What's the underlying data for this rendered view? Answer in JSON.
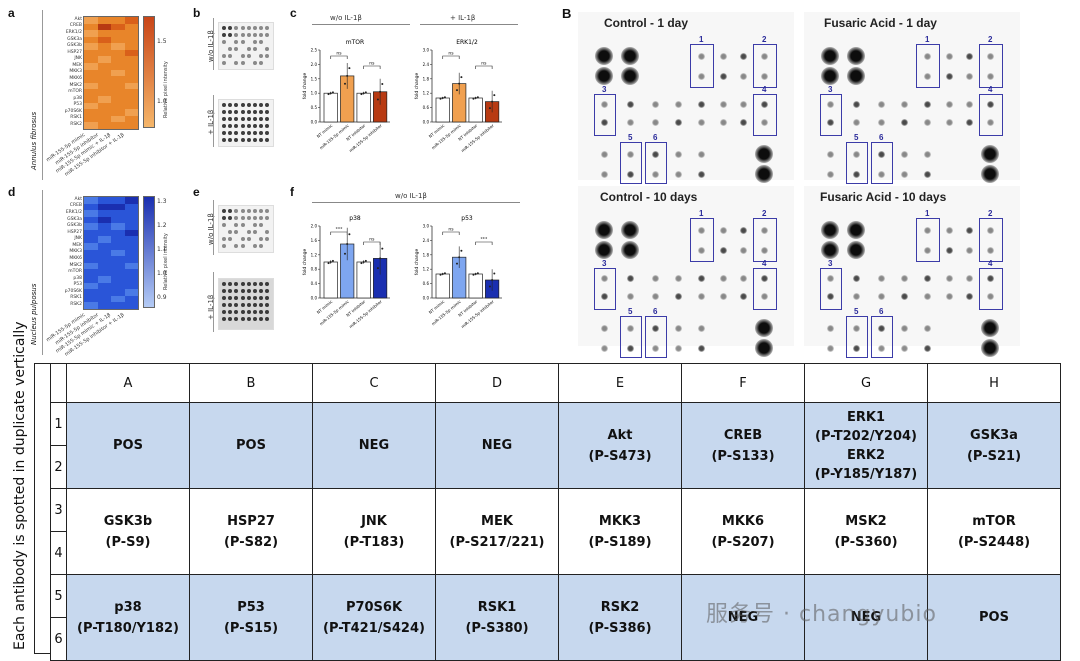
{
  "panels": {
    "a": "a",
    "b": "b",
    "c": "c",
    "d": "d",
    "e": "e",
    "f": "f",
    "B": "B"
  },
  "heatmap_a": {
    "tissue_label": "Annulus fibrosus",
    "colorbar_label": "Relative pixel intensity",
    "colorbar_ticks": [
      "1.5",
      "1.0"
    ],
    "rows": [
      "Akt",
      "CREB",
      "ERK1/2",
      "GSK3a",
      "GSK3b",
      "HSP27",
      "JNK",
      "MEK",
      "MKK3",
      "MKK6",
      "MSK2",
      "mTOR",
      "p38",
      "P53",
      "p70S6K",
      "RSK1",
      "RSK2"
    ],
    "columns": [
      "miR-155-5p mimic",
      "miR-155-5p inhibitor",
      "miR-155-5p mimic + IL-1β",
      "miR-155-5p inhibitor + IL-1β"
    ],
    "colors": [
      "#f0a050",
      "#e8852a",
      "#d9601a",
      "#b83a12"
    ]
  },
  "heatmap_d": {
    "tissue_label": "Nucleus pulposus",
    "colorbar_label": "Relative pixel intensity",
    "colorbar_ticks": [
      "1.3",
      "1.2",
      "1.1",
      "1.0",
      "0.9"
    ],
    "rows": [
      "Akt",
      "CREB",
      "ERK1/2",
      "GSK3a",
      "GSK3b",
      "HSP27",
      "JNK",
      "MEK",
      "MKK3",
      "MKK6",
      "MSK2",
      "mTOR",
      "p38",
      "P53",
      "p70S6K",
      "RSK1",
      "RSK2"
    ],
    "columns": [
      "miR-155-5p mimic",
      "miR-155-5p inhibitor",
      "miR-155-5p mimic + IL-1β",
      "miR-155-5p inhibitor + IL-1β"
    ],
    "colors": [
      "#7ea6f0",
      "#4a7ae6",
      "#2a55d8",
      "#1a2fb0"
    ]
  },
  "blots_b": {
    "top_label": "w/o IL-1β",
    "bottom_label": "+ IL-1β"
  },
  "blots_e": {
    "top_label": "w/o IL-1β",
    "bottom_label": "+ IL-1β"
  },
  "panel_c": {
    "header_left": "w/o IL-1β",
    "header_right": "+ IL-1β",
    "ylabel": "fold change",
    "charts": [
      {
        "title": "mTOR",
        "ns": "ns",
        "ns2": "ns"
      },
      {
        "title": "ERK1/2",
        "ns": "ns",
        "ns2": "ns"
      }
    ],
    "xticks": [
      "NT mimic",
      "miR-155-5p mimic",
      "NT inhibitor",
      "miR-155-5p inhibitor"
    ]
  },
  "panel_f": {
    "header": "w/o IL-1β",
    "ylabel": "fold change",
    "charts": [
      {
        "title": "p38",
        "sig1": "***",
        "sig2": "ns"
      },
      {
        "title": "p53",
        "sig1": "ns",
        "sig2": "***"
      }
    ],
    "xticks": [
      "NT mimic",
      "miR-155-5p mimic",
      "NT inhibitor",
      "miR-155-5p inhibitor"
    ]
  },
  "chart_data": [
    {
      "type": "bar",
      "title": "mTOR",
      "ylabel": "fold change",
      "categories": [
        "NT mimic",
        "miR-155-5p mimic",
        "NT inhibitor",
        "miR-155-5p inhibitor"
      ],
      "values": [
        1.0,
        1.6,
        1.0,
        1.05
      ],
      "ylim": [
        0,
        2.5
      ],
      "colors": [
        "#ffffff",
        "#f0a050",
        "#ffffff",
        "#b83a12"
      ]
    },
    {
      "type": "bar",
      "title": "ERK1/2",
      "ylabel": "fold change",
      "categories": [
        "NT mimic",
        "miR-155-5p mimic",
        "NT inhibitor",
        "miR-155-5p inhibitor"
      ],
      "values": [
        1.0,
        1.6,
        1.0,
        0.85
      ],
      "ylim": [
        0,
        3.0
      ],
      "colors": [
        "#ffffff",
        "#f0a050",
        "#ffffff",
        "#b83a12"
      ]
    },
    {
      "type": "bar",
      "title": "p38",
      "ylabel": "fold change",
      "categories": [
        "NT mimic",
        "miR-155-5p mimic",
        "NT inhibitor",
        "miR-155-5p inhibitor"
      ],
      "values": [
        1.0,
        1.5,
        1.0,
        1.1
      ],
      "ylim": [
        0,
        2.0
      ],
      "colors": [
        "#ffffff",
        "#7ea6f0",
        "#ffffff",
        "#1a2fb0"
      ]
    },
    {
      "type": "bar",
      "title": "p53",
      "ylabel": "fold change",
      "categories": [
        "NT mimic",
        "miR-155-5p mimic",
        "NT inhibitor",
        "miR-155-5p inhibitor"
      ],
      "values": [
        1.0,
        1.7,
        1.0,
        0.75
      ],
      "ylim": [
        0,
        3.0
      ],
      "colors": [
        "#ffffff",
        "#7ea6f0",
        "#ffffff",
        "#1a2fb0"
      ]
    }
  ],
  "membranes": [
    {
      "title": "Control - 1 day"
    },
    {
      "title": "Fusaric Acid - 1 day"
    },
    {
      "title": "Control - 10 days"
    },
    {
      "title": "Fusaric Acid - 10 days"
    }
  ],
  "membrane_box_numbers": [
    "1",
    "2",
    "3",
    "4",
    "5",
    "6"
  ],
  "table": {
    "side_label": "Each antibody is spotted in duplicate vertically",
    "columns": [
      "A",
      "B",
      "C",
      "D",
      "E",
      "F",
      "G",
      "H"
    ],
    "row_numbers": [
      "1",
      "2",
      "3",
      "4",
      "5",
      "6"
    ],
    "rows": [
      [
        {
          "name": "POS",
          "site": ""
        },
        {
          "name": "POS",
          "site": ""
        },
        {
          "name": "NEG",
          "site": ""
        },
        {
          "name": "NEG",
          "site": ""
        },
        {
          "name": "Akt",
          "site": "(P-S473)"
        },
        {
          "name": "CREB",
          "site": "(P-S133)"
        },
        {
          "name": "ERK1",
          "site": "(P-T202/Y204)",
          "name2": "ERK2",
          "site2": "(P-Y185/Y187)"
        },
        {
          "name": "GSK3a",
          "site": "(P-S21)"
        }
      ],
      [
        {
          "name": "GSK3b",
          "site": "(P-S9)"
        },
        {
          "name": "HSP27",
          "site": "(P-S82)"
        },
        {
          "name": "JNK",
          "site": "(P-T183)"
        },
        {
          "name": "MEK",
          "site": "(P-S217/221)"
        },
        {
          "name": "MKK3",
          "site": "(P-S189)"
        },
        {
          "name": "MKK6",
          "site": "(P-S207)"
        },
        {
          "name": "MSK2",
          "site": "(P-S360)"
        },
        {
          "name": "mTOR",
          "site": "(P-S2448)"
        }
      ],
      [
        {
          "name": "p38",
          "site": "(P-T180/Y182)"
        },
        {
          "name": "P53",
          "site": "(P-S15)"
        },
        {
          "name": "P70S6K",
          "site": "(P-T421/S424)"
        },
        {
          "name": "RSK1",
          "site": "(P-S380)"
        },
        {
          "name": "RSK2",
          "site": "(P-S386)"
        },
        {
          "name": "NEG",
          "site": ""
        },
        {
          "name": "NEG",
          "site": ""
        },
        {
          "name": "POS",
          "site": ""
        }
      ]
    ]
  },
  "watermark": "服务号 · changyubio"
}
